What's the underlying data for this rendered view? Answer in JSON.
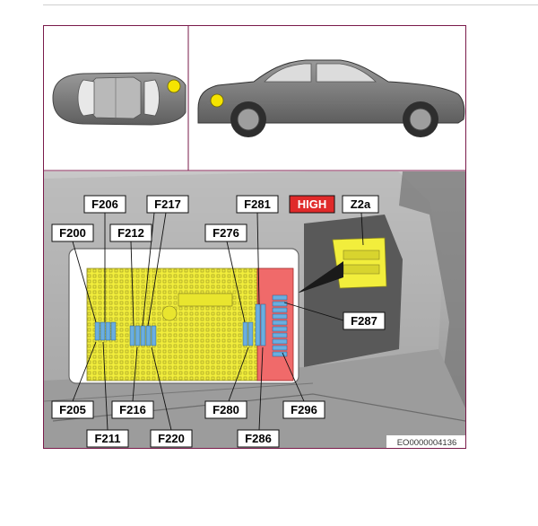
{
  "labels": {
    "f206": "F206",
    "f217": "F217",
    "f281": "F281",
    "high": "HIGH",
    "z2a": "Z2a",
    "f200": "F200",
    "f212": "F212",
    "f276": "F276",
    "f287": "F287",
    "f205": "F205",
    "f216": "F216",
    "f280": "F280",
    "f296": "F296",
    "f211": "F211",
    "f220": "F220",
    "f286": "F286"
  },
  "image_code": "EO0000004136",
  "colors": {
    "frame": "#7a1a4a",
    "fuse_box_yellow": "#f2ee3c",
    "high_zone_red": "#f06a6a",
    "high_label_bg": "#e02a2a",
    "fuse_blue": "#6aaee0",
    "marker_yellow": "#f5e400"
  }
}
